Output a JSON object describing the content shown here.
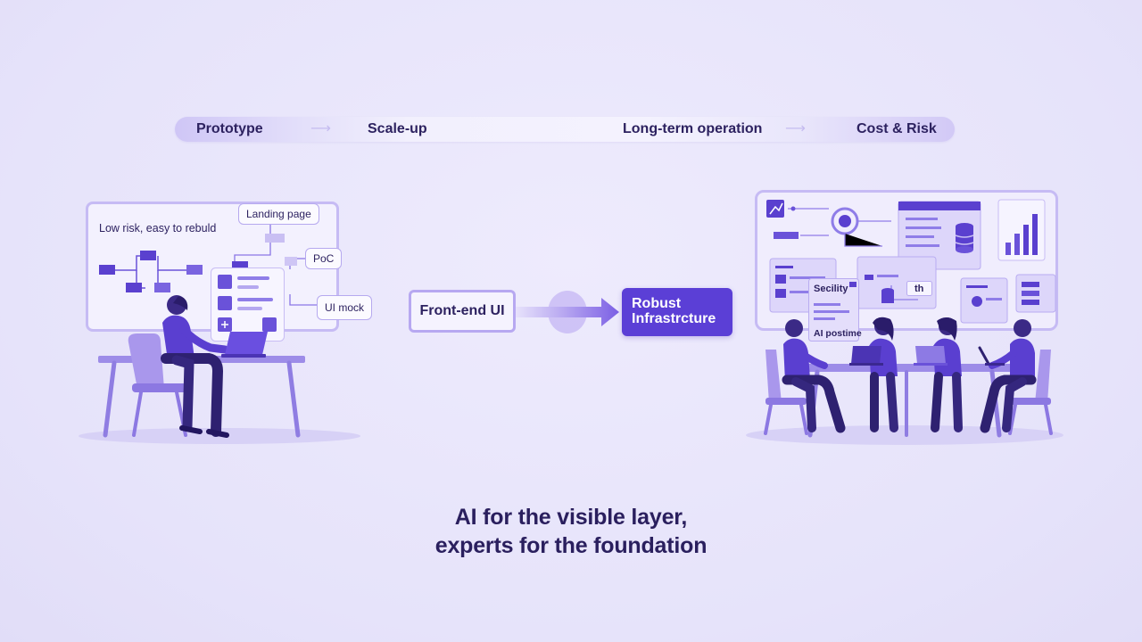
{
  "stages": {
    "prototype": "Prototype",
    "scale_up": "Scale-up",
    "long_term": "Long-term operation",
    "cost_risk": "Cost & Risk"
  },
  "left_scene": {
    "board_text": "Low risk, easy to rebuld",
    "tag_landing": "Landing page",
    "tag_poc": "PoC",
    "tag_ui_mock": "UI mock"
  },
  "flow": {
    "frontend": "Front-end UI",
    "infra_line1": "Robust",
    "infra_line2": "Infrastrcture"
  },
  "right_scene": {
    "panel_security": "Secility",
    "panel_th": "th",
    "panel_ai": "AI postime"
  },
  "caption": {
    "line1": "AI for the visible layer,",
    "line2": "experts for the foundation"
  },
  "colors": {
    "background": "#e8e5fb",
    "accent": "#5b3fd6",
    "text": "#2d2260",
    "outline": "#c6bbf4"
  }
}
